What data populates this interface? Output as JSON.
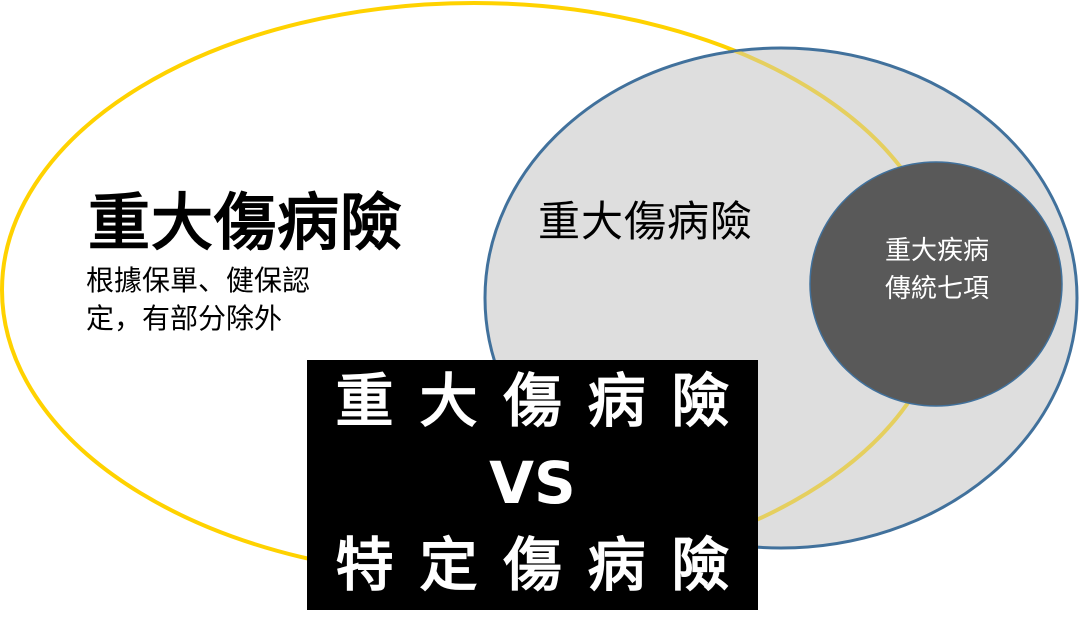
{
  "colors": {
    "outer_ellipse_stroke": "#FFD200",
    "overlap_stroke": "#E5CF5F",
    "middle_ellipse_fill": "#DEDEDE",
    "middle_ellipse_stroke": "#41719C",
    "inner_circle_fill": "#595959",
    "box_fill": "#000000"
  },
  "outer": {
    "title": "重大傷病險",
    "note": "根據保單、健保認定，有部分除外"
  },
  "middle": {
    "title": "重大傷病險"
  },
  "inner": {
    "line1": "重大疾病",
    "line2": "傳統七項"
  },
  "banner": {
    "line1": "重大傷病險",
    "line2": "VS",
    "line3": "特定傷病險"
  }
}
